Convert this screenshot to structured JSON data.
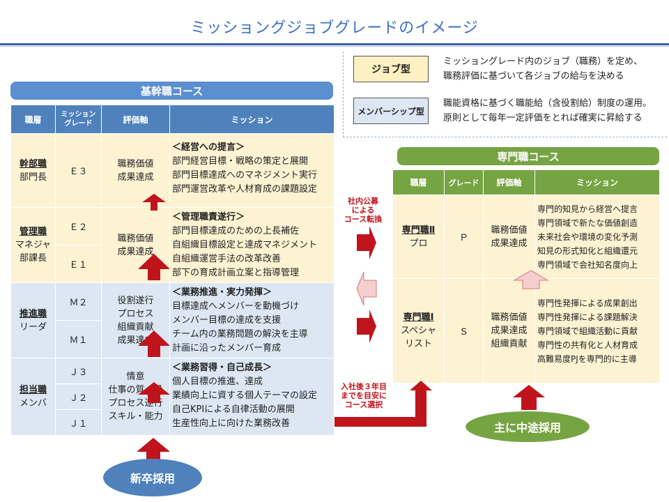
{
  "title": "ミッショングジョブグレードのイメージ",
  "legend": [
    {
      "tag": "ジョブ型",
      "color": "#fdf0c2",
      "lines": [
        "ミッショングレード内のジョブ（職務）を定め、",
        "職務評価に基づいて各ジョブの給与を決める"
      ]
    },
    {
      "tag": "メンバーシップ型",
      "color": "#dce7f3",
      "lines": [
        "職能資格に基づく職能給（含役割給）制度の運用。",
        "原則として毎年一定評価をとれば確実に昇給する"
      ]
    }
  ],
  "core_course": {
    "label": "基幹職コース",
    "headers": [
      "職層",
      "ミッション\nグレード",
      "評価軸",
      "ミッション"
    ],
    "tiers": [
      {
        "rank": "幹部職",
        "sub": [
          "部門長"
        ],
        "grades": [
          "Ｅ３"
        ],
        "axis": [
          "職務価値",
          "成果達成"
        ],
        "mission_title": "＜経営への提言＞",
        "mission": [
          "部門経営目標・戦略の策定と展開",
          "部門目標達成へのマネジメント実行",
          "部門運営改革や人材育成の課題設定"
        ]
      },
      {
        "rank": "管理職",
        "sub": [
          "マネジャ",
          "部課長"
        ],
        "grades": [
          "Ｅ２",
          "Ｅ１"
        ],
        "axis": [
          "職務価値",
          "成果達成"
        ],
        "mission_title": "＜管理職責遂行＞",
        "mission": [
          "部門目標達成のための上長補佐",
          "自組織目標設定と達成マネジメント",
          "自組織運営手法の改革改善",
          "部下の育成計画立案と指導管理"
        ]
      },
      {
        "rank": "推進職",
        "sub": [
          "リーダ"
        ],
        "grades": [
          "Ｍ２",
          "Ｍ１"
        ],
        "axis": [
          "役割遂行",
          "プロセス",
          "組織貢献",
          "成果達成"
        ],
        "mission_title": "＜業務推進・実力発揮＞",
        "mission": [
          "目標達成へメンバーを動機づけ",
          "メンバー目標の達成を支援",
          "チーム内の業務問題の解決を主導",
          "計画に沿ったメンバー育成"
        ]
      },
      {
        "rank": "担当職",
        "sub": [
          "メンバ"
        ],
        "grades": [
          "Ｊ３",
          "Ｊ２",
          "Ｊ１"
        ],
        "axis": [
          "情意",
          "仕事の質・量",
          "プロセス遂行",
          "スキル・能力"
        ],
        "mission_title": "＜業務習得・自己成長＞",
        "mission": [
          "個人目標の推進、達成",
          "業績向上に資する個人テーマの設定",
          "自己KPIによる自律活動の展開",
          "生産性向上に向けた業務改善"
        ]
      }
    ]
  },
  "specialist_course": {
    "label": "専門職コース",
    "headers": [
      "職層",
      "グレード",
      "評価軸",
      "ミッション"
    ],
    "tiers": [
      {
        "rank": "専門職Ⅱ",
        "sub": [
          "プロ"
        ],
        "grade": "Ｐ",
        "axis": [
          "職務価値",
          "成果達成"
        ],
        "mission": [
          "専門的知見から経営へ提言",
          "専門領域で新たな価値創造",
          "未来社会や環境の変化予測",
          "知見の形式知化と組織還元",
          "専門領域で会社知名度向上"
        ]
      },
      {
        "rank": "専門職Ⅰ",
        "sub": [
          "スペシャ",
          "リスト"
        ],
        "grade": "Ｓ",
        "axis": [
          "職務価値",
          "成果達成",
          "組織貢献"
        ],
        "mission": [
          "専門性発揮による成果創出",
          "専門性発揮による課題解決",
          "専門領域で組織活動に貢献",
          "専門性の共有化と人材育成",
          "高難易度PJを専門的に主導"
        ]
      }
    ]
  },
  "labels": {
    "internal_transfer": [
      "社内公募",
      "による",
      "コース転換"
    ],
    "course_select": [
      "入社後３年目",
      "までを目安に",
      "コース選択"
    ],
    "new_grad": "新卒採用",
    "mid_career": "主に中途採用"
  },
  "colors": {
    "blue": "#4f81bd",
    "green": "#77a443",
    "red": "#c0141d",
    "yellow": "#fdf3d3",
    "light_blue": "#dce7f3"
  }
}
